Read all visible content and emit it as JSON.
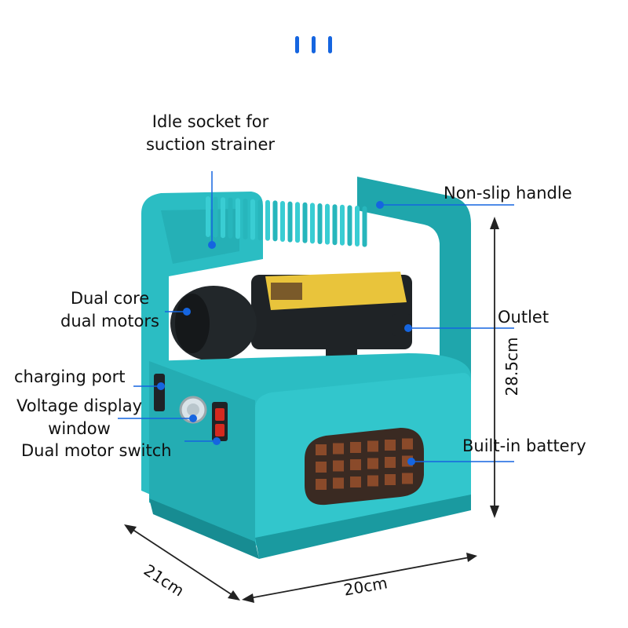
{
  "labels": {
    "idle_socket_line1": "Idle socket for",
    "idle_socket_line2": "suction strainer",
    "non_slip_handle": "Non-slip handle",
    "dual_core_line1": "Dual core",
    "dual_core_line2": "dual motors",
    "outlet": "Outlet",
    "charging_port": "charging port",
    "voltage_line1": "Voltage display",
    "voltage_line2": "window",
    "dual_motor_switch": "Dual motor switch",
    "built_in_battery": "Built-in battery"
  },
  "dimensions": {
    "height": "28.5cm",
    "depth": "21cm",
    "width": "20cm"
  },
  "colors": {
    "accent": "#1565e0",
    "body": "#2bbdc3",
    "body_dark": "#1a9aa0",
    "pump": "#1f2326",
    "pump_top": "#e9c43b",
    "vent": "#8a4a2a",
    "switch": "#d42a1f"
  }
}
